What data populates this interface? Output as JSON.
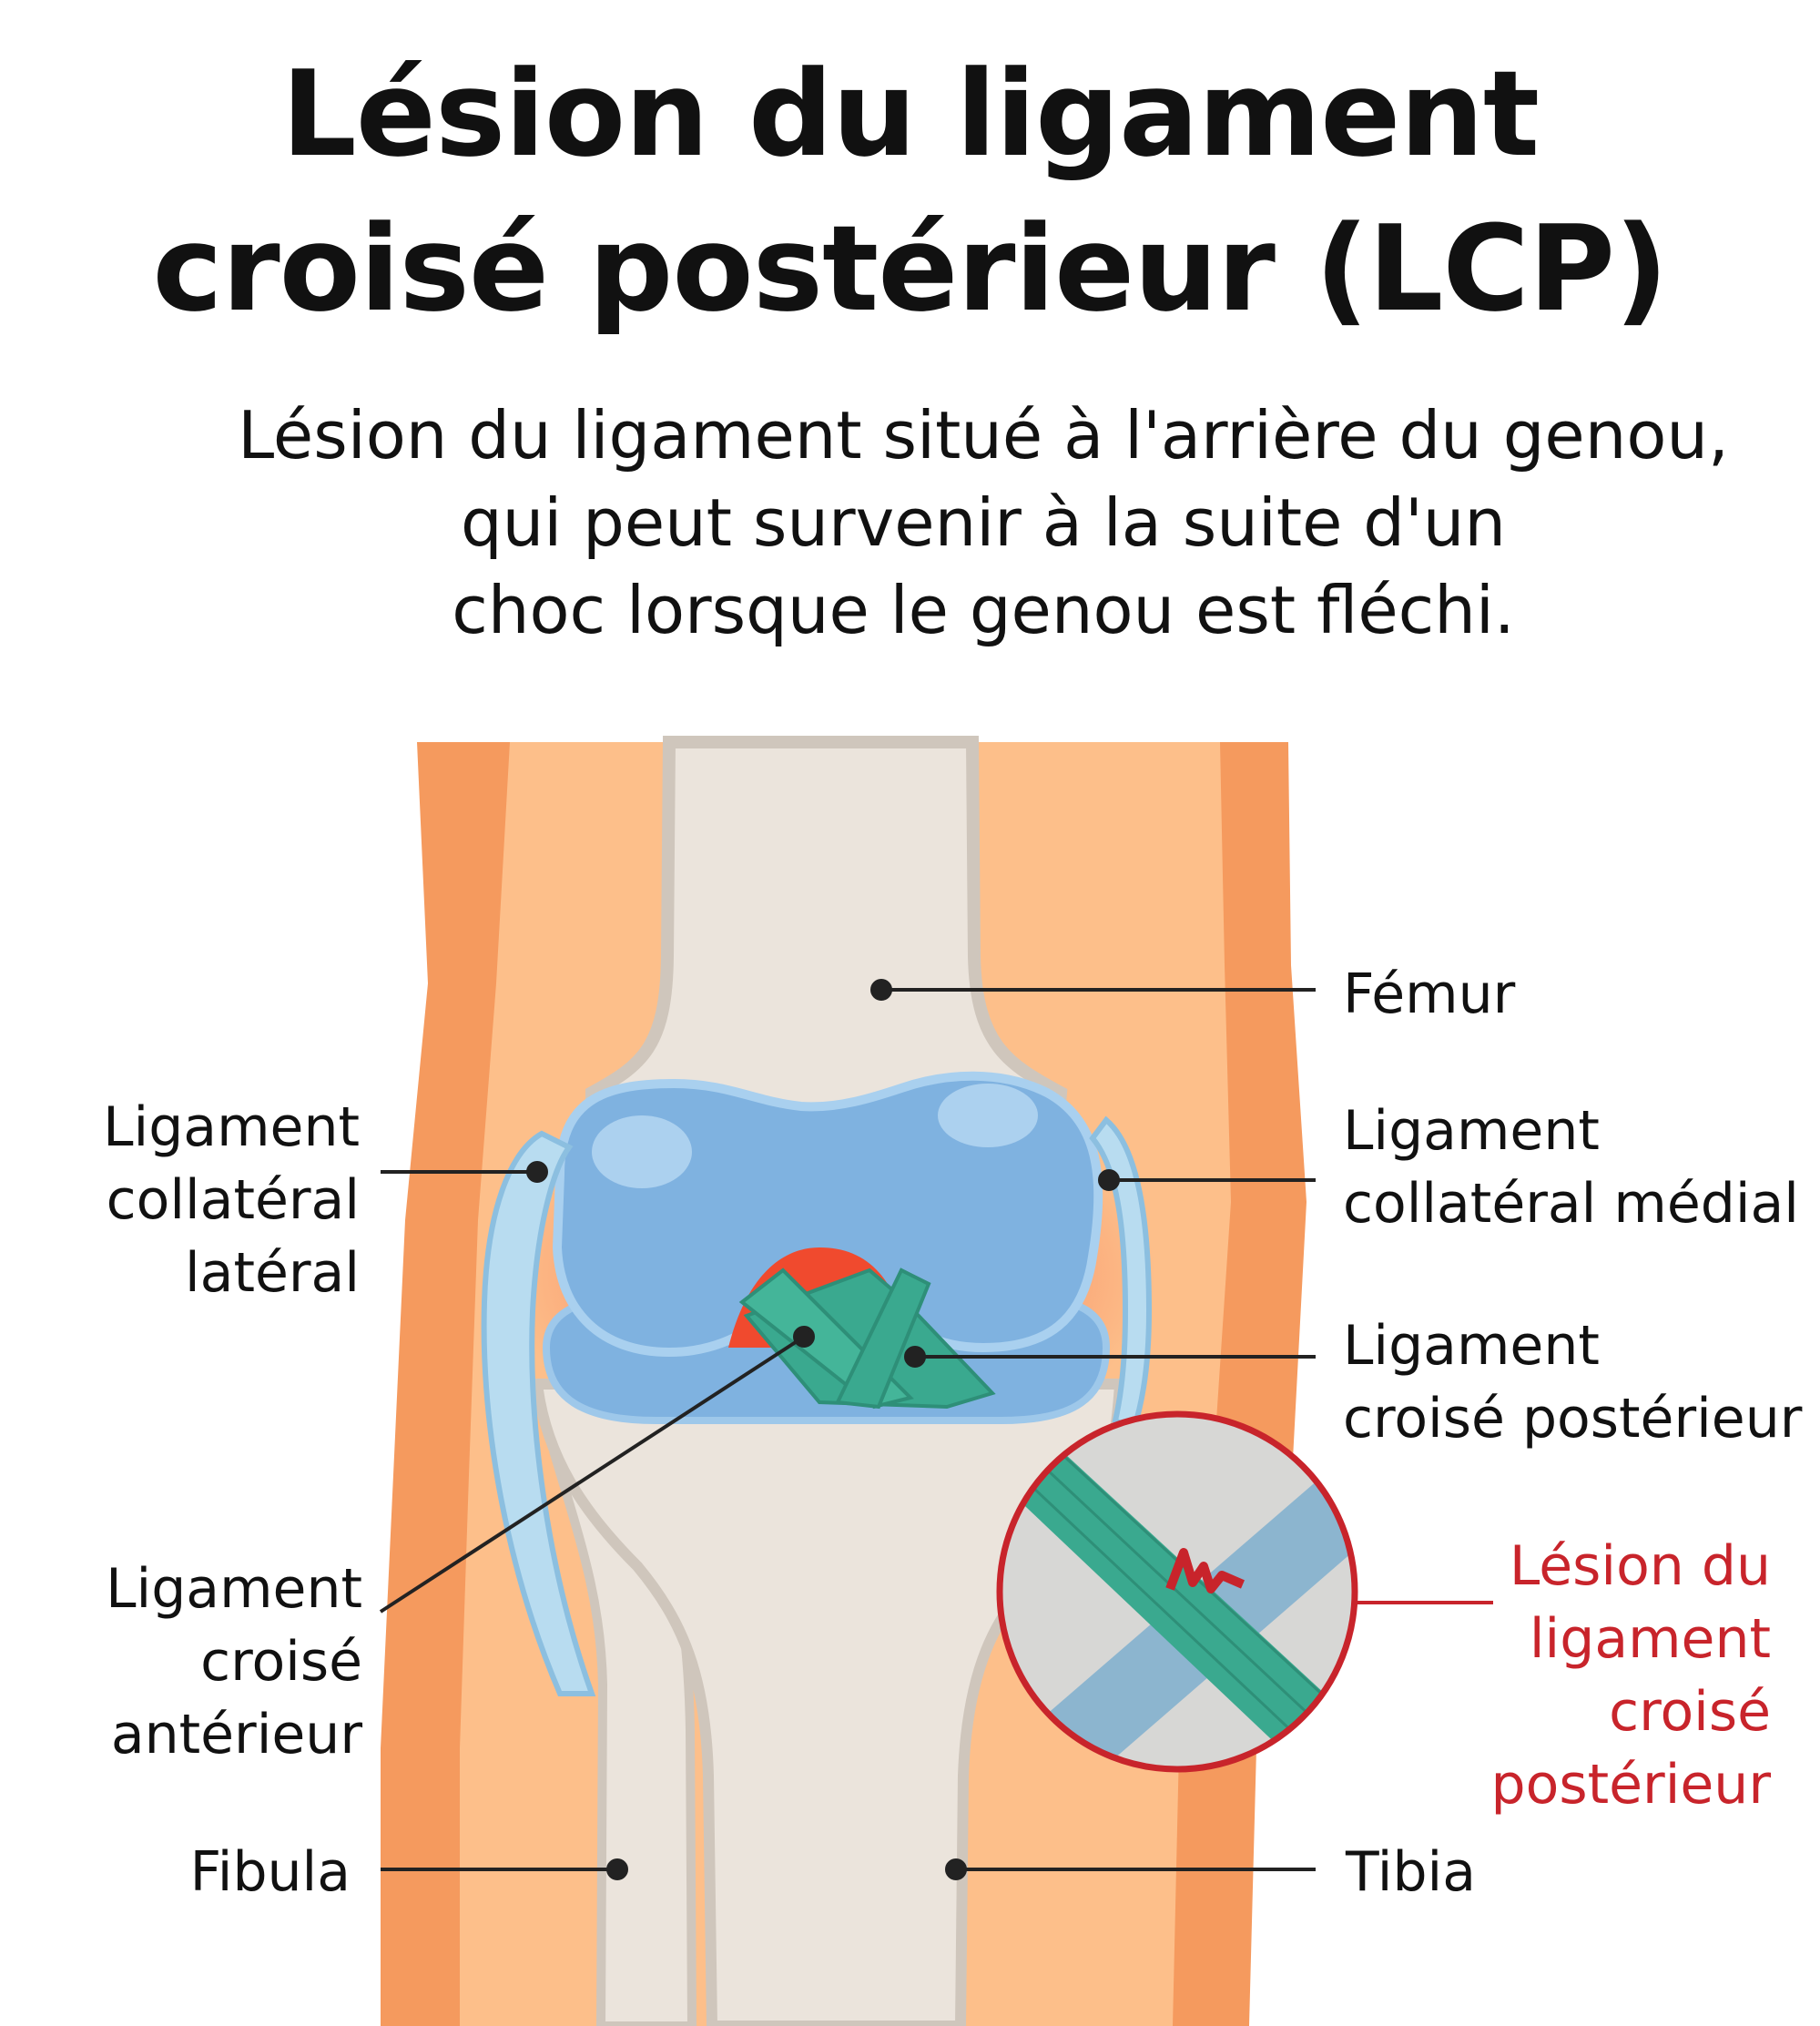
{
  "title": {
    "line1": "Lésion du ligament",
    "line2": "croisé postérieur (LCP)"
  },
  "subtitle": {
    "line1": "Lésion du ligament situé à l'arrière du genou,",
    "line2": "qui peut survenir à la suite d'un",
    "line3": "choc lorsque le genou est fléchi."
  },
  "labels": {
    "femur": "Fémur",
    "lateral_collateral": [
      "Ligament",
      "collatéral",
      "latéral"
    ],
    "medial_collateral": [
      "Ligament",
      "collatéral médial"
    ],
    "posterior_cruciate": [
      "Ligament",
      "croisé postérieur"
    ],
    "anterior_cruciate": [
      "Ligament",
      "croisé",
      "antérieur"
    ],
    "injury": [
      "Lésion du",
      "ligament",
      "croisé",
      "postérieur"
    ],
    "fibula": "Fibula",
    "tibia": "Tibia"
  },
  "colors": {
    "skin_outer": "#f59a5e",
    "skin_inner": "#fdbf8a",
    "bone": "#ebe4dc",
    "cartilage": "#7fb2e0",
    "ligament": "#3aa98f",
    "injury_accent": "#c8242b"
  }
}
